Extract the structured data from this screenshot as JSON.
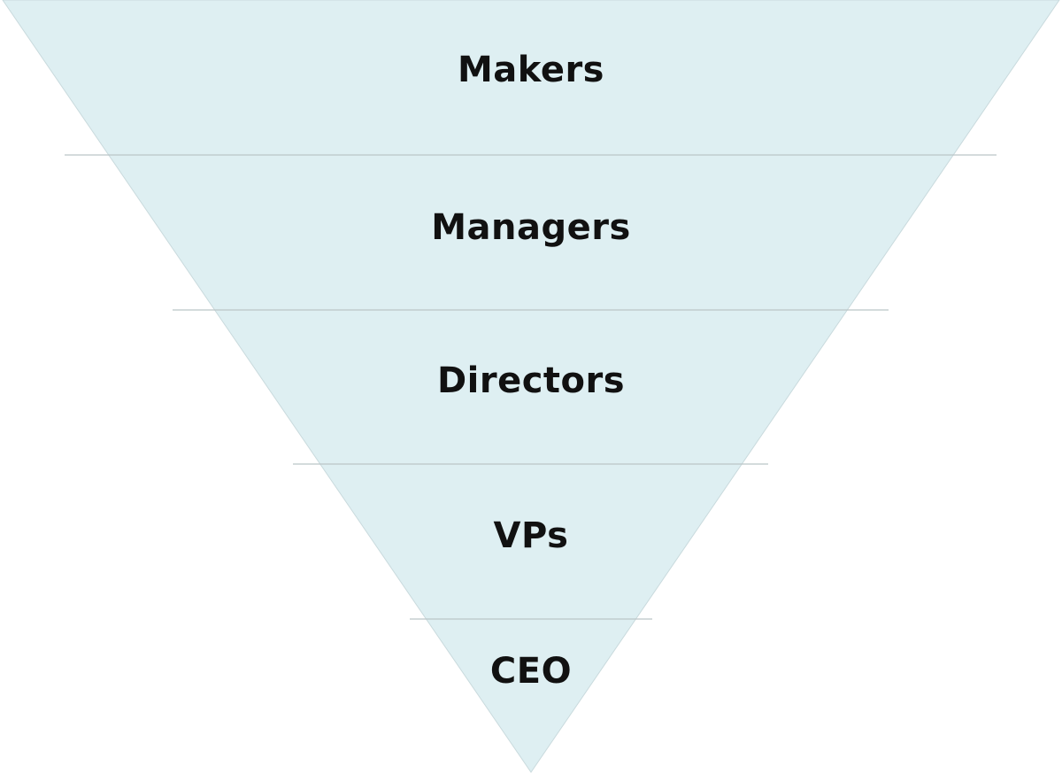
{
  "diagram": {
    "type": "inverted-pyramid",
    "fill_color": "#deeff2",
    "edge_color": "#c9dadd",
    "divider_color": "#c8cfd0",
    "levels": [
      {
        "label": "Makers"
      },
      {
        "label": "Managers"
      },
      {
        "label": "Directors"
      },
      {
        "label": "VPs"
      },
      {
        "label": "CEO"
      }
    ]
  }
}
